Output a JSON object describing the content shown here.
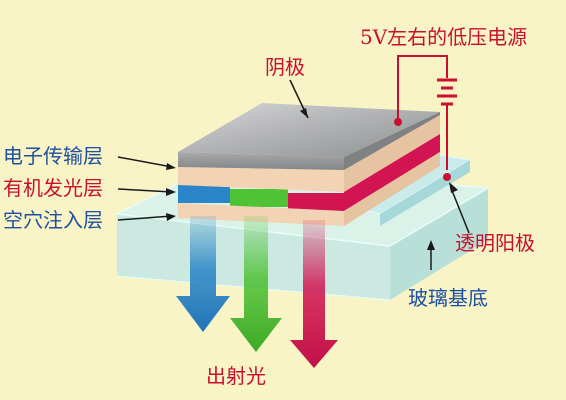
{
  "labels": {
    "voltage": "5V左右的低压电源",
    "cathode": "阴极",
    "electron_transport": "电子传输层",
    "organic_emissive": "有机发光层",
    "hole_injection": "空穴注入层",
    "transparent_anode": "透明阳极",
    "glass_substrate": "玻璃基底",
    "emitted_light": "出射光"
  },
  "colors": {
    "background": "#f8f4c6",
    "label_red": "#c8102e",
    "label_blue": "#1f4fa0",
    "wire": "#c8102e",
    "cathode_top": "#b9babb",
    "layer_peach": "#f2d4b4",
    "emit_blue": "#2a86c8",
    "emit_green": "#4fc236",
    "emit_red": "#d21452",
    "glass": "#bfe6e6"
  }
}
